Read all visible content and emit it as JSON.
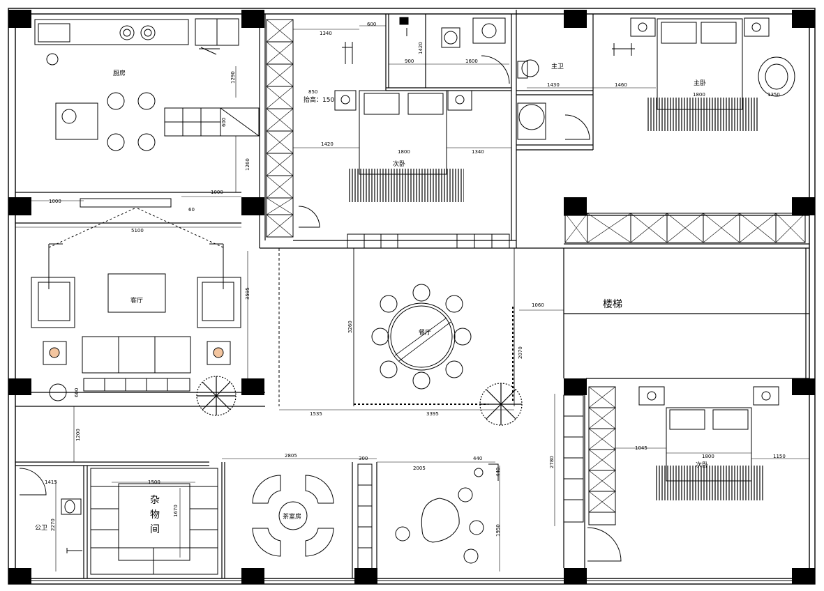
{
  "rooms": {
    "kitchen": "厨房",
    "living": "客厅",
    "dining": "餐厅",
    "second_bedroom_a": "次卧",
    "second_bedroom_b": "次卧",
    "master_bedroom": "主卧",
    "master_bath": "主卫",
    "public_bath": "公卫",
    "storage_line1": "杂",
    "storage_line2": "物",
    "storage_line3": "间",
    "tea_room": "茶室房",
    "stairs": "楼梯"
  },
  "notes": {
    "platform_height": "抬高：150"
  },
  "dims": {
    "d1340a": "1340",
    "d600a": "600",
    "d1420a": "1420",
    "d900": "900",
    "d1600": "1600",
    "d850": "850",
    "d1420b": "1420",
    "d1800a": "1800",
    "d1340b": "1340",
    "d1290": "1290",
    "d600b": "600",
    "d1260": "1260",
    "d1000a": "1000",
    "d1000b": "1000",
    "d60": "60",
    "d1430": "1430",
    "d1460": "1460",
    "d1800b": "1800",
    "d1350": "1350",
    "d5100": "5100",
    "d3595a": "3595",
    "d3260": "3260",
    "d2070": "2070",
    "d1060": "1060",
    "d1535": "1535",
    "d3395b": "3395",
    "d600c": "600",
    "d1200": "1200",
    "d2805": "2805",
    "d300": "300",
    "d2005": "2005",
    "d440a": "440",
    "d440b": "440",
    "d1950": "1950",
    "d1415": "1415",
    "d1500": "1500",
    "d1670": "1670",
    "d2270": "2270",
    "d2780": "2780",
    "d1045": "1045",
    "d1800c": "1800",
    "d1150": "1150"
  }
}
